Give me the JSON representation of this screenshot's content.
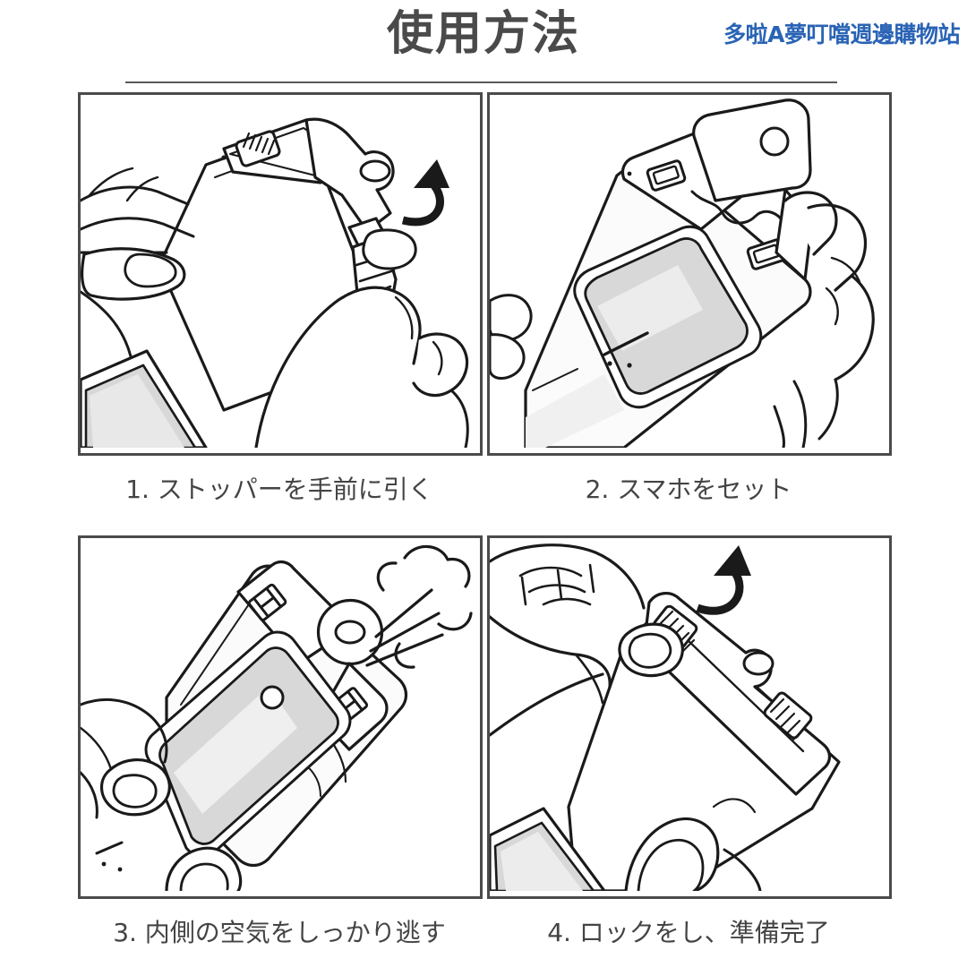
{
  "header": {
    "title": "使用方法",
    "watermark": "多啦A夢叮噹週邊購物站",
    "title_color": "#4a4a4a",
    "watermark_color": "#2a63b5",
    "divider_color": "#5a5a5a"
  },
  "panels": [
    {
      "number": "1",
      "caption": "1. ストッパーを手前に引く",
      "illustration": "hand-holding-waterproof-pouch-pulling-stopper-lever-with-curved-arrow"
    },
    {
      "number": "2",
      "caption": "2. スマホをセット",
      "illustration": "inserting-smartphone-into-open-waterproof-pouch"
    },
    {
      "number": "3",
      "caption": "3. 内側の空気をしっかり逃す",
      "illustration": "pressing-pouch-to-push-out-air-with-air-puff-symbol"
    },
    {
      "number": "4",
      "caption": "4. ロックをし、準備完了",
      "illustration": "turning-lock-clasp-closed-with-curved-arrow"
    }
  ],
  "colors": {
    "line": "#1a1a1a",
    "frame": "#4b4b4b",
    "screen_fill": "#d8d8d8",
    "screen_highlight": "#f0f0f0",
    "pouch_tint": "#f4f4f4",
    "background": "#ffffff"
  }
}
